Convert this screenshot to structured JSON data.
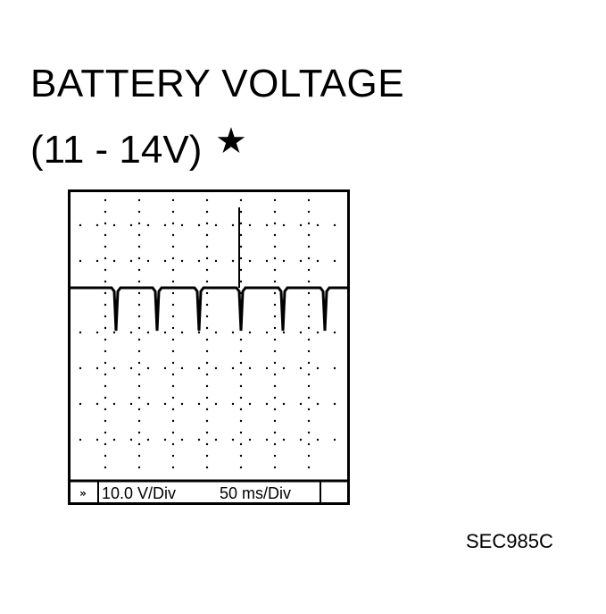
{
  "title": "BATTERY VOLTAGE",
  "subtitle": "(11 - 14V)",
  "star_icon": "star-icon",
  "scope": {
    "arrow_glyph": "»",
    "volts_per_div": "10.0 V/Div",
    "time_per_div": "50 ms/Div"
  },
  "figure_code": "SEC985C"
}
